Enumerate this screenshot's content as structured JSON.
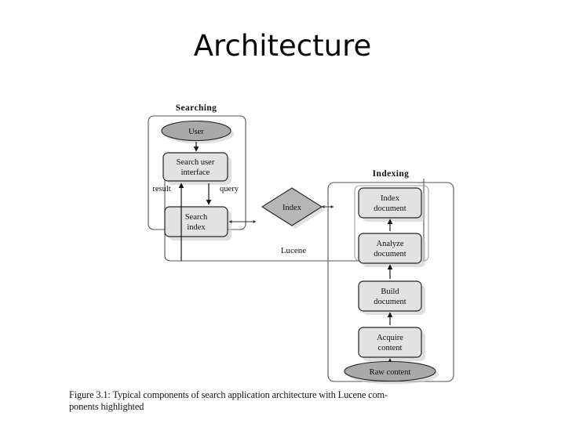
{
  "slide": {
    "title": "Architecture"
  },
  "figure": {
    "caption_line1": "Figure 3.1:  Typical components of search application architecture with Lucene com-",
    "caption_line2": "ponents highlighted",
    "groups": {
      "searching": "Searching",
      "indexing": "Indexing",
      "lucene": "Lucene"
    },
    "nodes": {
      "user": "User",
      "search_user_interface_line1": "Search user",
      "search_user_interface_line2": "interface",
      "search_index_line1": "Search",
      "search_index_line2": "index",
      "index": "Index",
      "index_document_line1": "Index",
      "index_document_line2": "document",
      "analyze_document_line1": "Analyze",
      "analyze_document_line2": "document",
      "build_document_line1": "Build",
      "build_document_line2": "document",
      "acquire_content_line1": "Acquire",
      "acquire_content_line2": "content",
      "raw_content": "Raw content"
    },
    "edges": {
      "result": "result",
      "query": "query"
    },
    "colors": {
      "page_background": "#ffffff",
      "text": "#101010",
      "box_fill": "#e2e2e2",
      "box_stroke": "#2a2a2a",
      "ellipse_fill": "#a9a9a9",
      "diamond_fill": "#b6b6b6",
      "group_stroke": "#555555",
      "shadow": "#c8c8c8"
    }
  }
}
